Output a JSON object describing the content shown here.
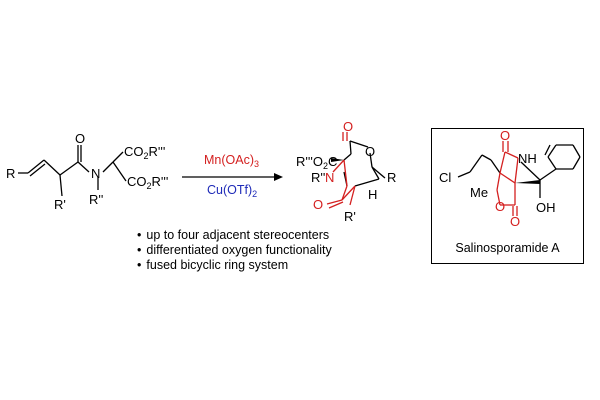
{
  "scheme": {
    "reagent_top": {
      "base": "Mn(OAc)",
      "sub": "3",
      "color": "#d42020"
    },
    "reagent_bottom": {
      "base": "Cu(OTf)",
      "sub": "2",
      "color": "#1f2bb8"
    },
    "highlight_color": "#d42020",
    "starting_material": {
      "atoms": {
        "R": "R",
        "R_prime": "R'",
        "O": "O",
        "N": "N",
        "R_dprime": "R''",
        "ester_top": {
          "base": "CO",
          "sub": "2",
          "tail": "R'''"
        },
        "ester_bottom": {
          "base": "CO",
          "sub": "2",
          "tail": "R'''"
        }
      }
    },
    "product": {
      "atoms": {
        "ester": {
          "head": "R'''O",
          "sub": "2",
          "tail": "C"
        },
        "O_top": "O",
        "O_ring": "O",
        "R_dprime": "R''",
        "N": "N",
        "R": "R",
        "O_left": "O",
        "H": "H",
        "R_prime": "R'"
      }
    },
    "features": [
      "up to four adjacent stereocenters",
      "differentiated oxygen functionality",
      "fused bicyclic ring system"
    ]
  },
  "natural_product": {
    "name": "Salinosporamide A",
    "atoms": {
      "Cl": "Cl",
      "O_top": "O",
      "NH": "NH",
      "Me": "Me",
      "O_ring": "O",
      "O_bottom": "O",
      "OH": "OH"
    }
  }
}
